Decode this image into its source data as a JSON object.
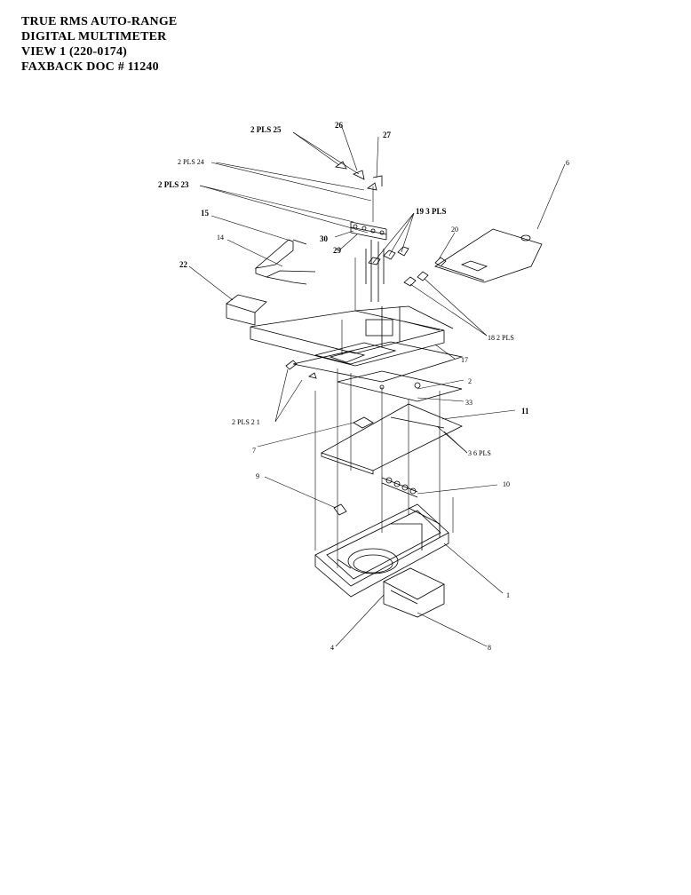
{
  "header": {
    "line1": "TRUE RMS AUTO-RANGE",
    "line2": "DIGITAL MULTIMETER",
    "line3": "VIEW 1  (220-0174)",
    "line4": "FAXBACK DOC # 11240"
  },
  "callouts": {
    "c25": "2 PLS 25",
    "c26": "26",
    "c27": "27",
    "c24pls": "2 PLS 24",
    "c23": "2 PLS 23",
    "c19": "19 3 PLS",
    "c6": "6",
    "c15": "15",
    "c14": "14",
    "c22": "22",
    "c30": "30",
    "c29": "29",
    "c20": "20",
    "c18": "18 2 PLS",
    "c17": "17",
    "c2": "2",
    "c33": "33",
    "c21": "2 PLS 2 1",
    "c11": "11",
    "c7": "7",
    "c3": "3 6 PLS",
    "c9": "9",
    "c10": "10",
    "c1": "1",
    "c4": "4",
    "c8": "8"
  }
}
